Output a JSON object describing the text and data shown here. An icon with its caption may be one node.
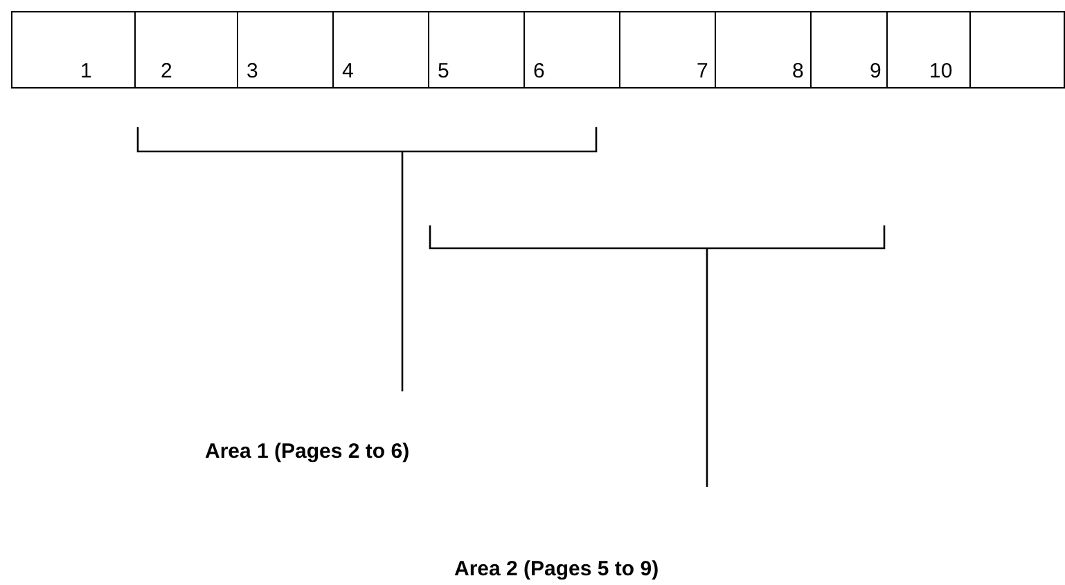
{
  "diagram": {
    "nodes": [
      {
        "text": [
          "1"
        ]
      },
      {
        "text": [
          "2"
        ]
      },
      {
        "text": [
          "3"
        ]
      },
      {
        "text": [
          "4"
        ]
      },
      {
        "text": [
          "5"
        ]
      },
      {
        "text": [
          "6"
        ]
      },
      {
        "text": [
          "7"
        ]
      },
      {
        "text": [
          "8"
        ]
      },
      {
        "text": [
          "9"
        ]
      },
      {
        "text": [
          "10"
        ]
      },
      {
        "text": [],
        "shape": "box"
      }
    ],
    "labels": [
      "Area 1 (Pages 2 to 6)",
      "Area 2 (Pages 5 to 9)"
    ]
  }
}
